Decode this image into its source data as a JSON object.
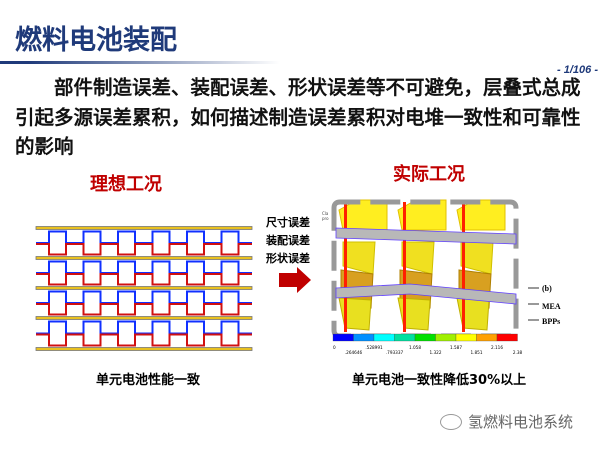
{
  "title": "燃料电池装配",
  "page_number": "- 1/106 -",
  "paragraph": "部件制造误差、装配误差、形状误差等不可避免，层叠式总成引起多源误差累积，如何描述制造误差累积对电堆一致性和可靠性的影响",
  "ideal": {
    "heading": "理想工况",
    "caption": "单元电池性能一致"
  },
  "real": {
    "heading": "实际工况",
    "caption": "单元电池一致性降低30%以上",
    "labels": [
      "(b)",
      "MEA",
      "BPPs"
    ],
    "cut_text": [
      "Cla",
      "pro"
    ],
    "colorbar_top": [
      "0",
      ".528991",
      "1.058",
      "1.587",
      "2.116"
    ],
    "colorbar_bottom": [
      ".264646",
      ".793337",
      "1.322",
      "1.851",
      "2.38"
    ],
    "colorbar_colors": [
      "#0000ff",
      "#0090ff",
      "#00ffff",
      "#00e0a0",
      "#00e000",
      "#a0f000",
      "#ffff00",
      "#ffa000",
      "#ff0000"
    ]
  },
  "errors": [
    "尺寸误差",
    "装配误差",
    "形状误差"
  ],
  "watermark": "氢燃料电池系统",
  "colors": {
    "title": "#1f3a7a",
    "heading": "#c00000",
    "arrow": "#c00000"
  }
}
